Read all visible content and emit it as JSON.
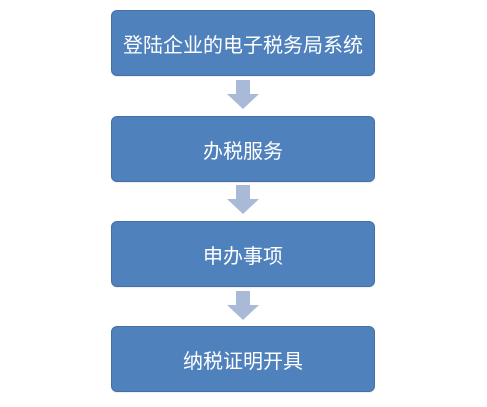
{
  "flow": {
    "steps": [
      {
        "label": "登陆企业的电子税务局系统"
      },
      {
        "label": "办税服务"
      },
      {
        "label": "申办事项"
      },
      {
        "label": "纳税证明开具"
      }
    ],
    "colors": {
      "box_fill": "#4f81bd",
      "box_text": "#ffffff",
      "arrow_fill": "#a8bad8"
    }
  }
}
